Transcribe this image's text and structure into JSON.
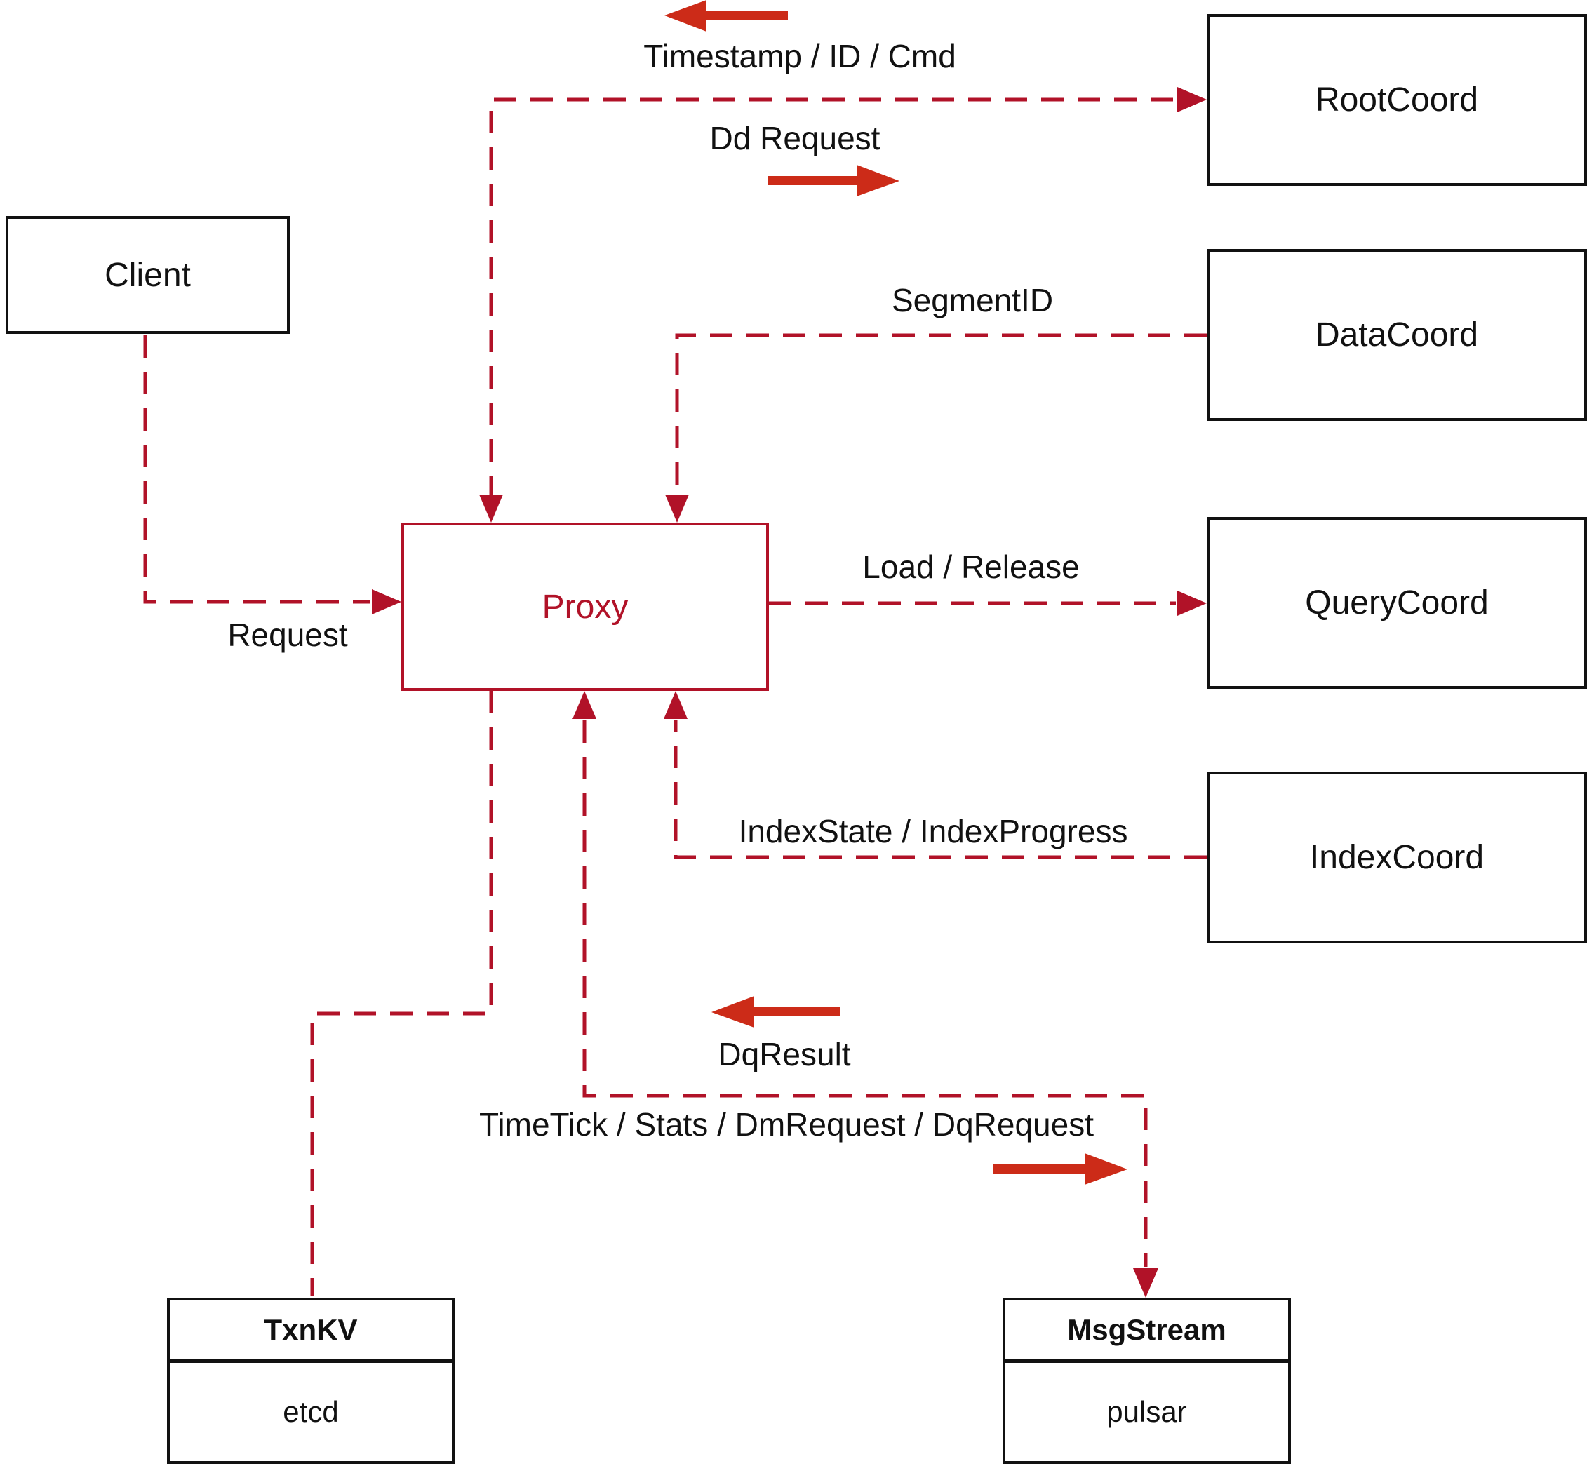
{
  "nodes": {
    "client": {
      "label": "Client"
    },
    "proxy": {
      "label": "Proxy"
    },
    "root_coord": {
      "label": "RootCoord"
    },
    "data_coord": {
      "label": "DataCoord"
    },
    "query_coord": {
      "label": "QueryCoord"
    },
    "index_coord": {
      "label": "IndexCoord"
    },
    "txn_kv": {
      "title": "TxnKV",
      "subtitle": "etcd"
    },
    "msg_stream": {
      "title": "MsgStream",
      "subtitle": "pulsar"
    }
  },
  "edge_labels": {
    "timestamp_id_cmd": "Timestamp / ID / Cmd",
    "dd_request": "Dd Request",
    "segment_id": "SegmentID",
    "load_release": "Load / Release",
    "request": "Request",
    "index_state": "IndexState / IndexProgress",
    "dq_result": "DqResult",
    "timetick": "TimeTick / Stats / DmRequest / DqRequest"
  },
  "colors": {
    "line": "#b11228",
    "arrow": "#cc2b18",
    "ink": "#111111"
  }
}
